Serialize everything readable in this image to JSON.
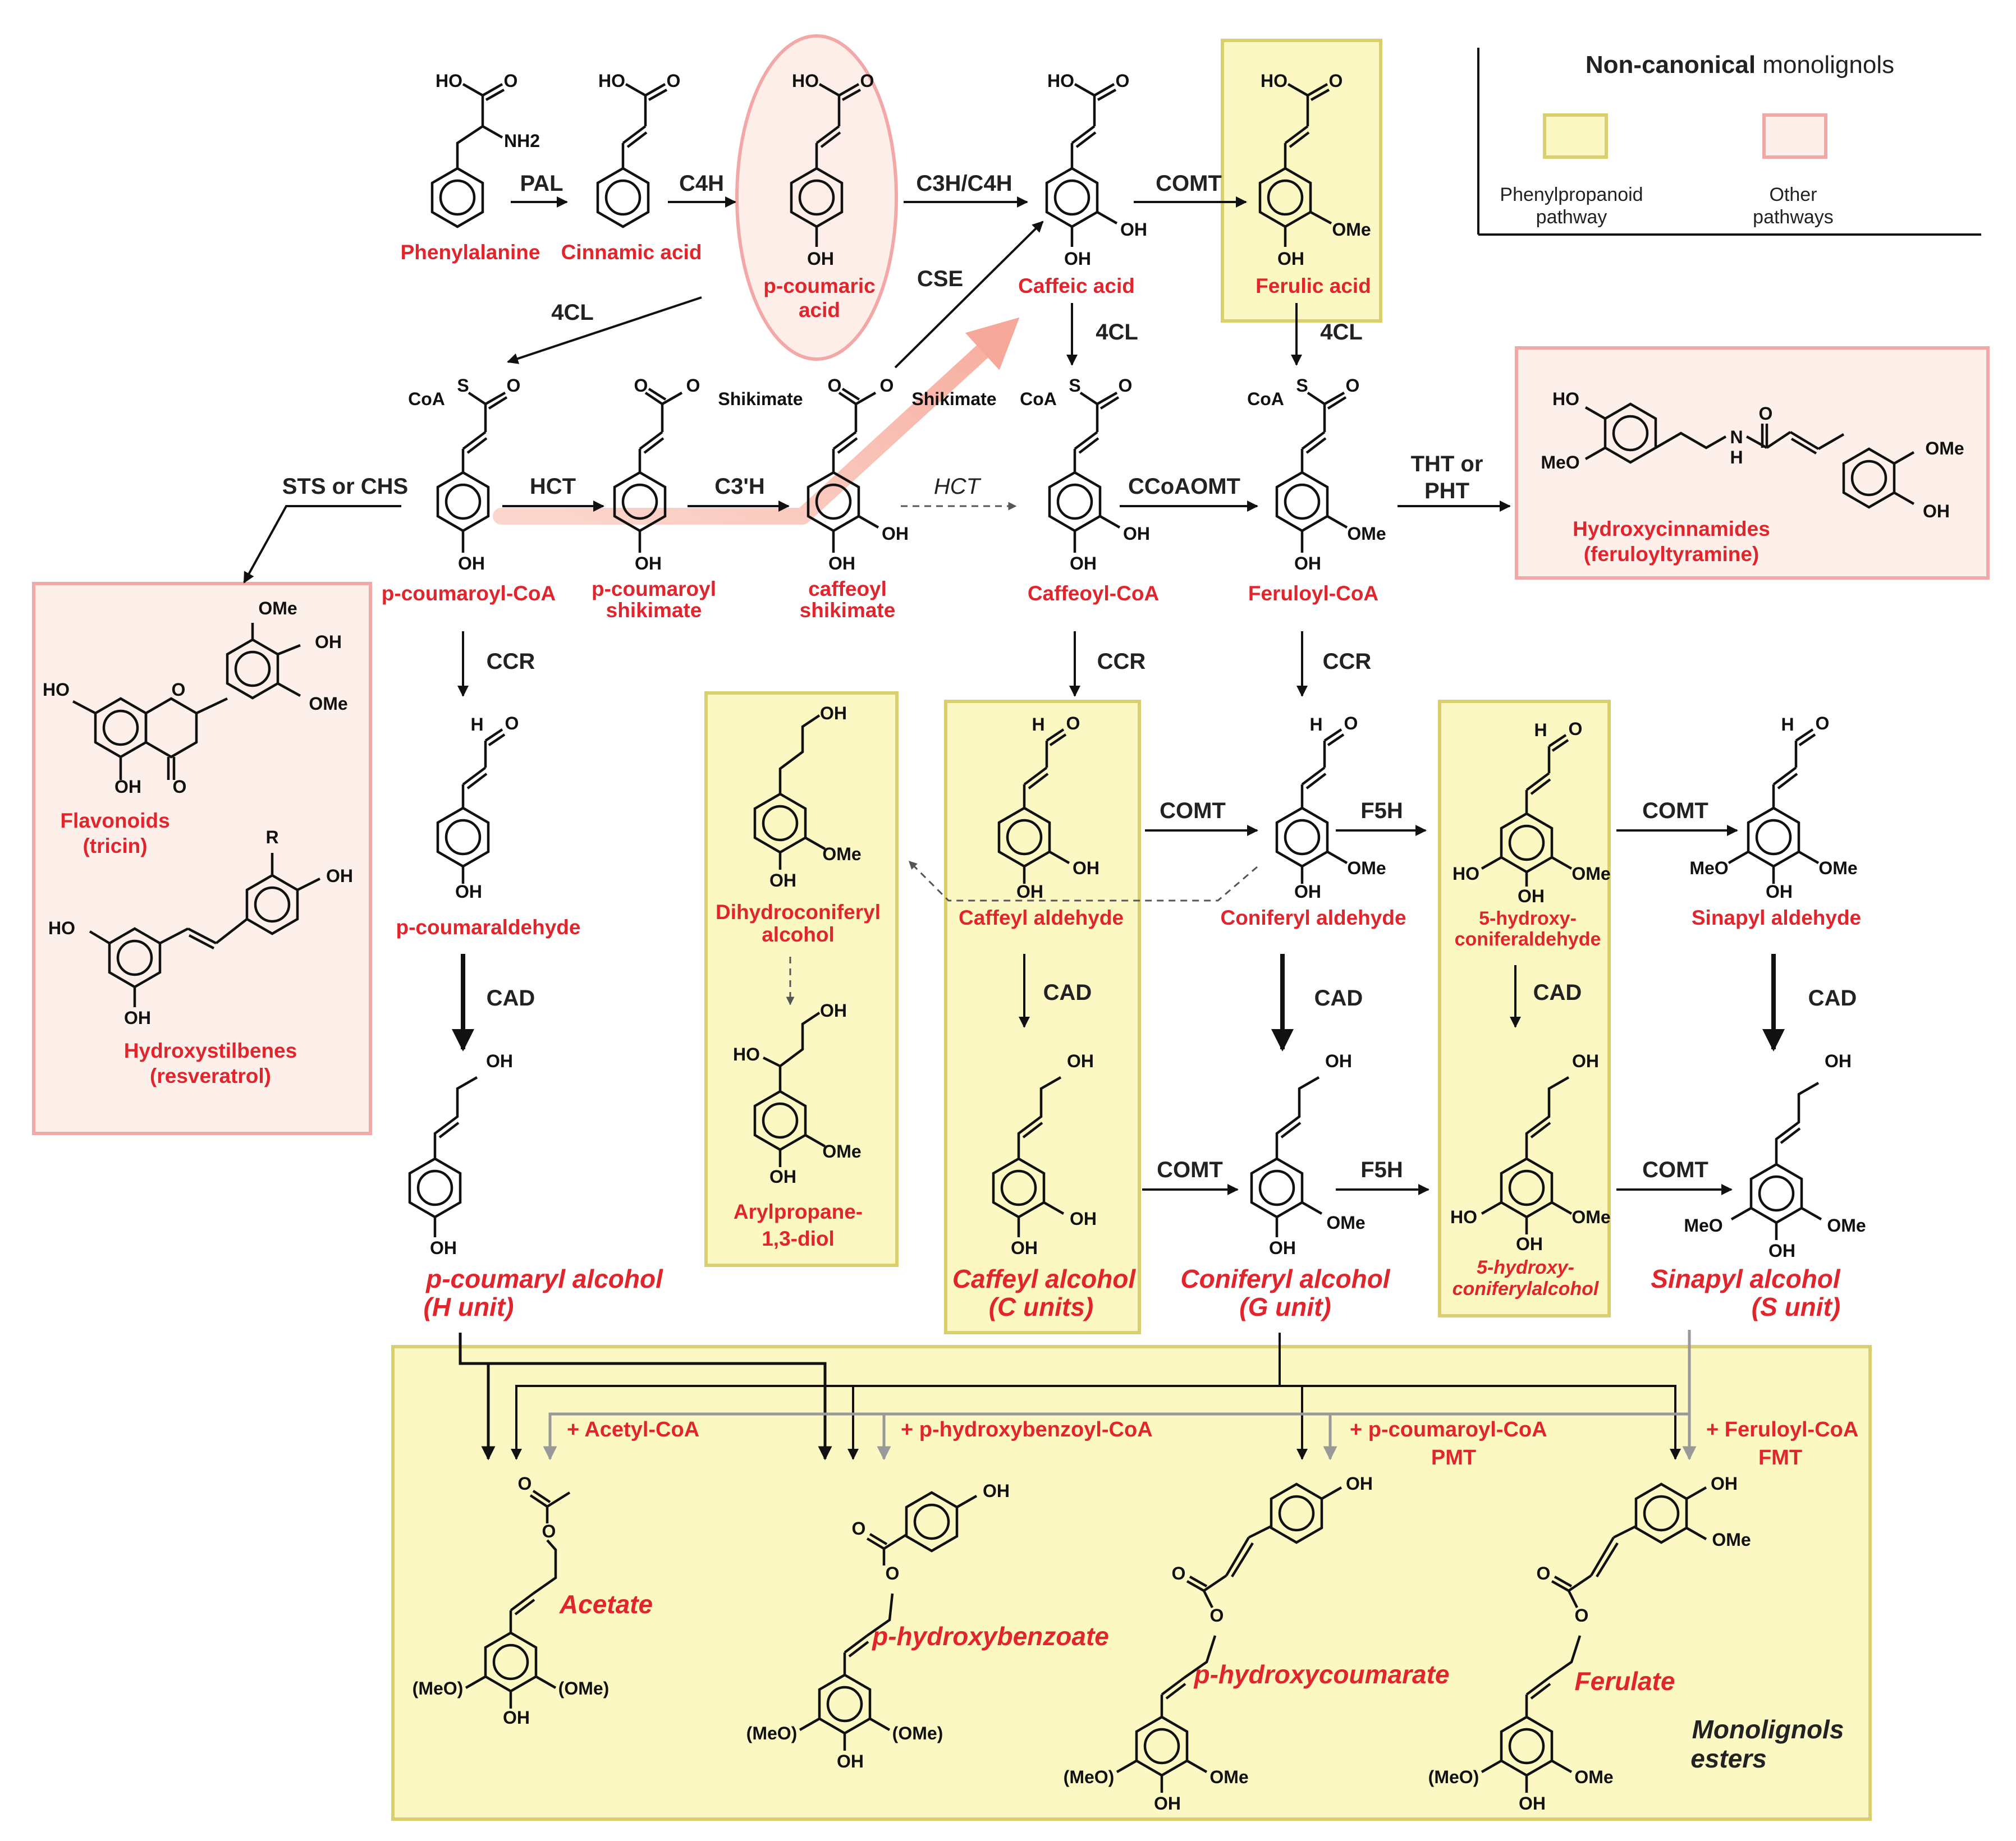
{
  "colors": {
    "compound_label": "#e0262c",
    "enzyme": "#222222",
    "phenylpropanoid_box_fill": "#fbf8c4",
    "phenylpropanoid_box_border": "#d9cf6e",
    "other_box_fill": "#fdf0ea",
    "other_box_border": "#f3a8a8"
  },
  "legend": {
    "title_bold": "Non-canonical",
    "title_rest": " monolignols",
    "phenyl_line1": "Phenylpropanoid",
    "phenyl_line2": "pathway",
    "other_line1": "Other",
    "other_line2": "pathways"
  },
  "compounds": {
    "phenylalanine": "Phenylalanine",
    "cinnamic_acid": "Cinnamic acid",
    "p_coumaric_1": "p-coumaric",
    "p_coumaric_2": "acid",
    "caffeic_acid": "Caffeic acid",
    "ferulic_acid": "Ferulic acid",
    "p_coumaroyl_coa": "p-coumaroyl-CoA",
    "p_coumaroyl_shik_1": "p-coumaroyl",
    "p_coumaroyl_shik_2": "shikimate",
    "caffeoyl_shik_1": "caffeoyl",
    "caffeoyl_shik_2": "shikimate",
    "caffeoyl_coa": "Caffeoyl-CoA",
    "feruloyl_coa": "Feruloyl-CoA",
    "hydroxycinnamides_1": "Hydroxycinnamides",
    "hydroxycinnamides_2": "(feruloyltyramine)",
    "flavonoids_1": "Flavonoids",
    "flavonoids_2": "(tricin)",
    "stilbenes_1": "Hydroxystilbenes",
    "stilbenes_2": "(resveratrol)",
    "p_coumaraldehyde": "p-coumaraldehyde",
    "dihydroconiferyl_1": "Dihydroconiferyl",
    "dihydroconiferyl_2": "alcohol",
    "arylpropane_1": "Arylpropane-",
    "arylpropane_2": "1,3-diol",
    "caffeyl_aldehyde": "Caffeyl aldehyde",
    "coniferyl_aldehyde": "Coniferyl aldehyde",
    "hydroxyconiferaldehyde_1": "5-hydroxy-",
    "hydroxyconiferaldehyde_2": "coniferaldehyde",
    "sinapyl_aldehyde": "Sinapyl aldehyde",
    "p_coumaryl_alcohol_1": "p-coumaryl alcohol",
    "p_coumaryl_alcohol_2": "(H unit)",
    "caffeyl_alcohol_1": "Caffeyl alcohol",
    "caffeyl_alcohol_2": "(C units)",
    "coniferyl_alcohol_1": "Coniferyl alcohol",
    "coniferyl_alcohol_2": "(G unit)",
    "hydroxyconiferylalcohol_1": "5-hydroxy-",
    "hydroxyconiferylalcohol_2": "coniferylalcohol",
    "sinapyl_alcohol_1": "Sinapyl alcohol",
    "sinapyl_alcohol_2": "(S unit)"
  },
  "enzymes": {
    "pal": "PAL",
    "c4h": "C4H",
    "c3h_c4h": "C3H/C4H",
    "comt": "COMT",
    "cse": "CSE",
    "fourcl": "4CL",
    "sts_chs": "STS or CHS",
    "hct": "HCT",
    "c3h": "C3'H",
    "ccoaomt": "CCoAOMT",
    "tht_1": "THT or",
    "tht_2": "PHT",
    "ccr": "CCR",
    "cad": "CAD",
    "f5h": "F5H"
  },
  "esters": {
    "acetyl_coa": "+ Acetyl-CoA",
    "phb_coa": "+ p-hydroxybenzoyl-CoA",
    "pca_coa": "+ p-coumaroyl-CoA",
    "pmt": "PMT",
    "fer_coa": "+ Feruloyl-CoA",
    "fmt": "FMT",
    "acetate": "Acetate",
    "p_hydroxybenzoate": "p-hydroxybenzoate",
    "p_hydroxycoumarate": "p-hydroxycoumarate",
    "ferulate": "Ferulate",
    "block_1": "Monolignols",
    "block_2": "esters"
  },
  "atoms": {
    "HO": "HO",
    "OH": "OH",
    "O": "O",
    "NH2": "NH2",
    "OMe": "OMe",
    "MeO": "MeO",
    "S": "S",
    "CoA": "CoA",
    "Shikimate": "Shikimate",
    "H": "H",
    "N": "N",
    "R": "R",
    "MeO_par": "(MeO)",
    "OMe_par": "(OMe)"
  }
}
